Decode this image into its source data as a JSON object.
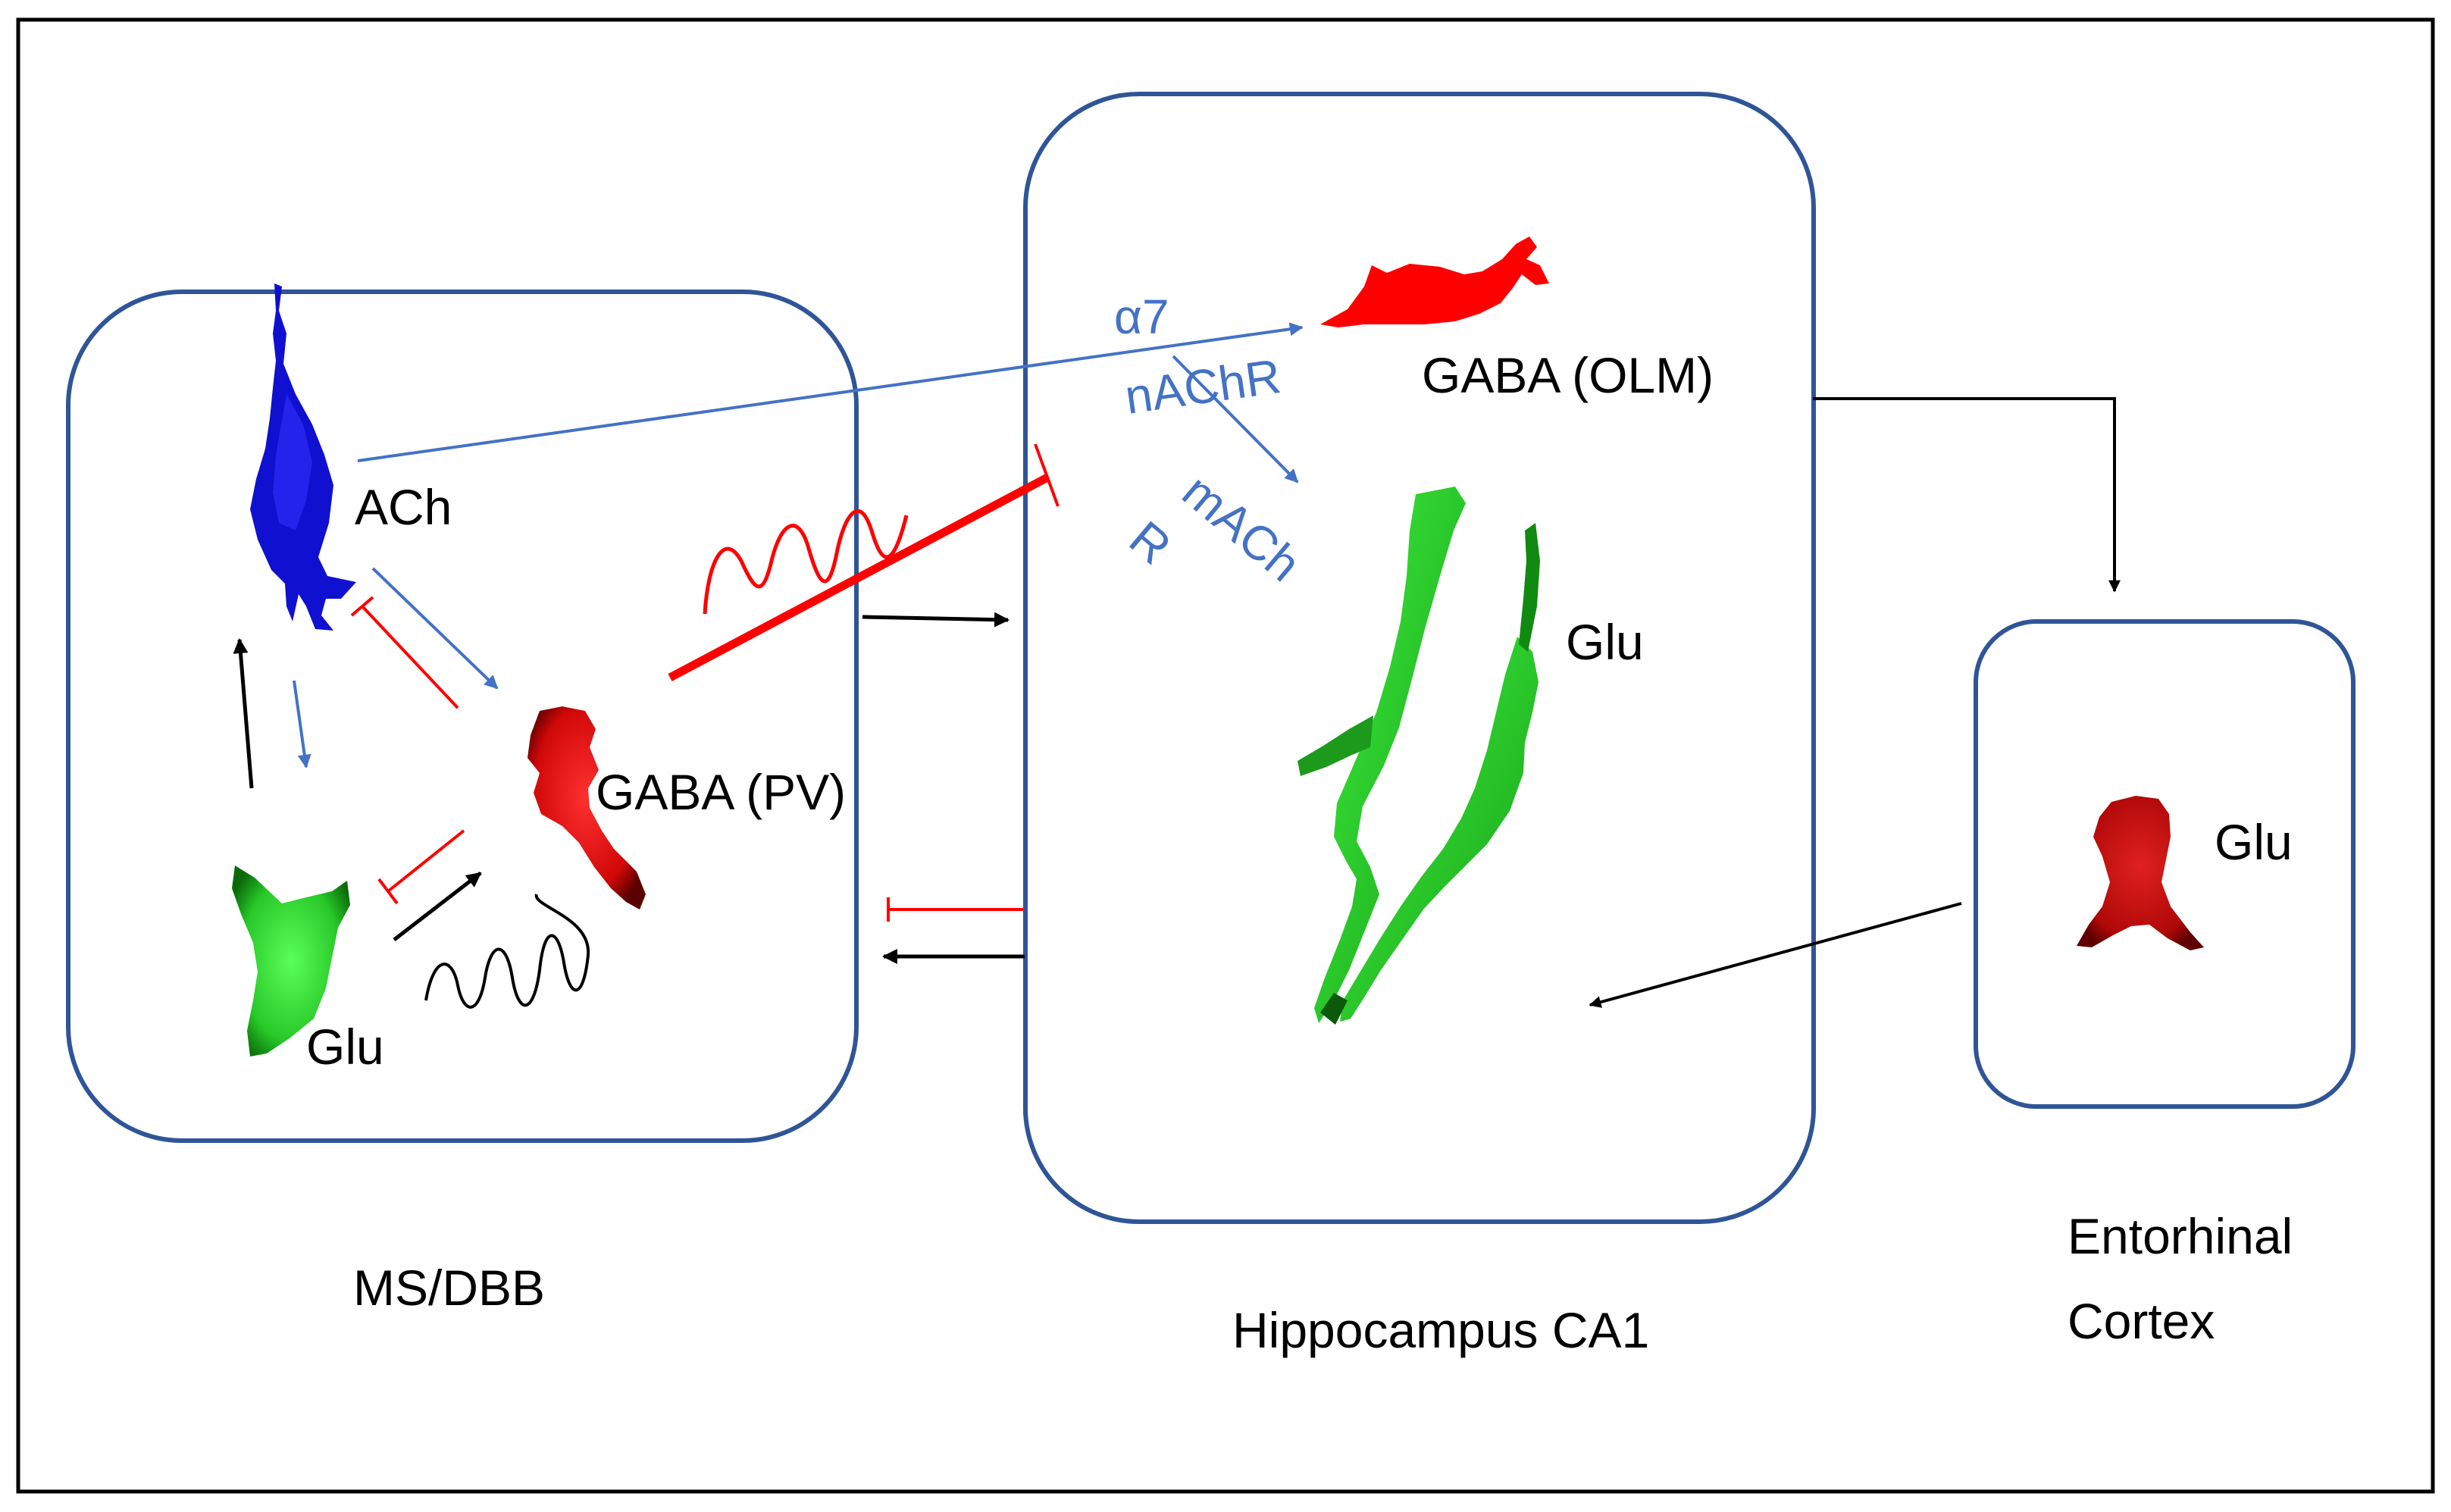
{
  "colors": {
    "frame": "#000000",
    "region_border": "#2f5597",
    "cholinergic": "#4472c4",
    "gabaergic": "#ff0000",
    "excitatory": "#000000",
    "ach_cell": "#1010d0",
    "gaba_cell": "#e01010",
    "glu_cell": "#30d030",
    "ec_cell": "#c01010"
  },
  "regions": {
    "ms_dbb": {
      "title": "MS/DBB"
    },
    "ca1": {
      "title": "Hippocampus CA1"
    },
    "ec": {
      "title_line1": "Entorhinal",
      "title_line2": "Cortex"
    }
  },
  "cells": {
    "ms_ach": {
      "label": "ACh",
      "icon": "cholinergic-neuron-icon"
    },
    "ms_gaba_pv": {
      "label": "GABA (PV)",
      "icon": "gabaergic-neuron-icon"
    },
    "ms_glu": {
      "label": "Glu",
      "icon": "glutamatergic-neuron-icon"
    },
    "ca1_gaba_olm": {
      "label": "GABA (OLM)",
      "icon": "gabaergic-neuron-icon"
    },
    "ca1_glu": {
      "label": "Glu",
      "icon": "pyramidal-neuron-icon"
    },
    "ec_glu": {
      "label": "Glu",
      "icon": "glutamatergic-neuron-icon"
    }
  },
  "receptors": {
    "a7_line1": "α7",
    "a7_line2": "nAChR",
    "machr_line1": "mACh",
    "machr_line2": "R"
  }
}
